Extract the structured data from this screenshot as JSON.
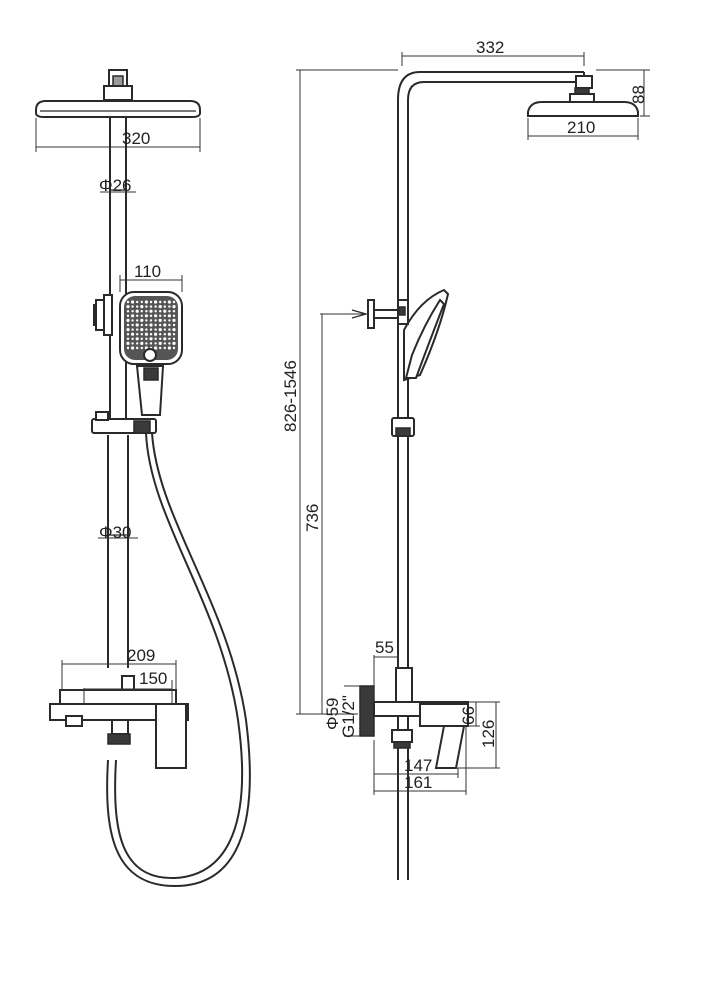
{
  "dimensions": {
    "head_diameter_front": "320",
    "pipe_top_diameter": "Φ26",
    "handshower_width": "110",
    "pipe_bottom_diameter": "Φ30",
    "mixer_body_width": "209",
    "mixer_spout_width": "150",
    "arm_reach": "332",
    "head_height": "88",
    "head_diameter_side": "210",
    "height_range": "826-1546",
    "bracket_height": "736",
    "mixer_top_width": "55",
    "inlet_diameter": "Φ59",
    "inlet_thread": "G1/2\"",
    "spout_height": "66",
    "mixer_height": "126",
    "spout_length": "147",
    "mixer_projection": "161"
  },
  "colors": {
    "line": "#2a2a2a",
    "grey_fill": "#9a9a9a",
    "dark_fill": "#3a3a3a",
    "background": "#ffffff"
  }
}
